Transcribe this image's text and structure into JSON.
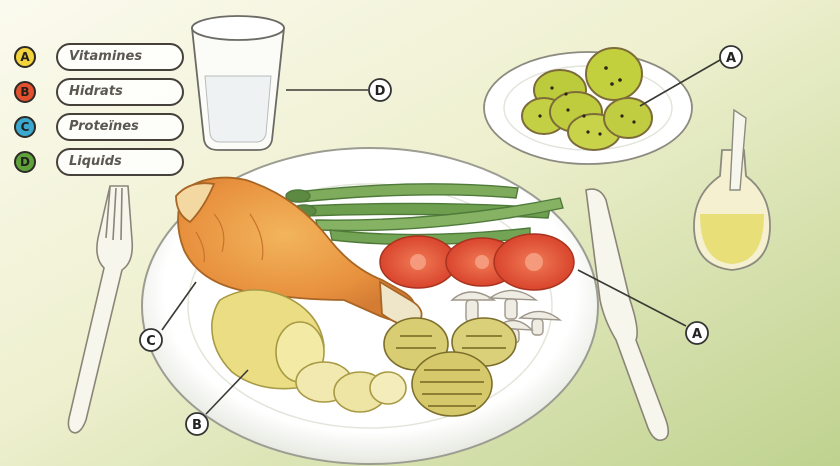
{
  "legend": [
    {
      "letter": "A",
      "label": "Vitamines",
      "color": "#f3d43c"
    },
    {
      "letter": "B",
      "label": "Hidrats",
      "color": "#e2502e"
    },
    {
      "letter": "C",
      "label": "Proteïnes",
      "color": "#3aa8cf"
    },
    {
      "letter": "D",
      "label": "Liquids",
      "color": "#5fa23c"
    }
  ],
  "callouts": {
    "water_glass": "D",
    "kiwi_bowl": "A",
    "vegetables": "A",
    "chicken": "C",
    "potato": "B"
  },
  "colors": {
    "background_light": "#f4f3df",
    "background_green": "#c9d89e",
    "plate": "#ffffff",
    "chicken": "#e99c46",
    "tomato": "#e85a3c",
    "asparagus": "#6b9a4e",
    "kiwi": "#b8c83a",
    "oil": "#e8e07a"
  }
}
